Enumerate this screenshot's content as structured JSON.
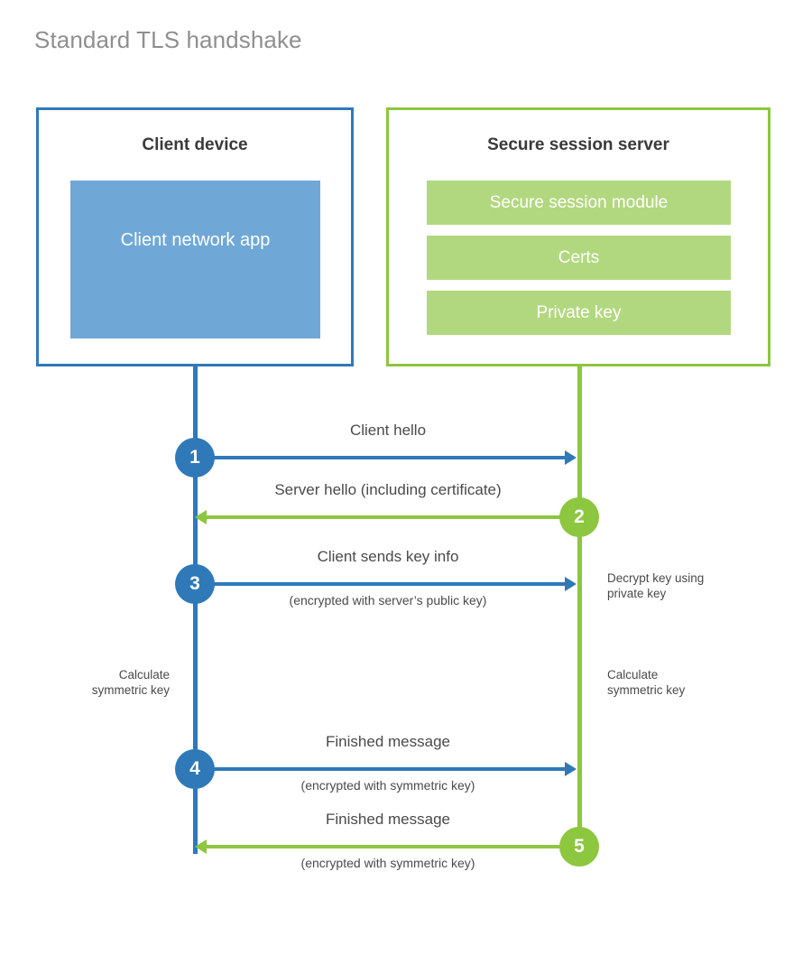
{
  "title": "Standard TLS handshake",
  "colors": {
    "client_accent": "#2F79B9",
    "server_accent": "#8DC63F",
    "client_app_fill": "#6FA8D6",
    "server_bar_fill": "#B2D87F",
    "title_text": "#8F8F8F",
    "body_text": "#4A4A4A",
    "background": "#FFFFFF"
  },
  "client": {
    "title": "Client device",
    "app_label": "Client network app"
  },
  "server": {
    "title": "Secure session server",
    "components": [
      {
        "label": "Secure session module"
      },
      {
        "label": "Certs"
      },
      {
        "label": "Private key"
      }
    ]
  },
  "steps": [
    {
      "number": "1",
      "label": "Client hello",
      "sublabel": "",
      "direction": "client-to-server",
      "color": "#2F79B9"
    },
    {
      "number": "2",
      "label": "Server hello (including certificate)",
      "sublabel": "",
      "direction": "server-to-client",
      "color": "#8DC63F"
    },
    {
      "number": "3",
      "label": "Client sends key info",
      "sublabel": "(encrypted with server’s public key)",
      "direction": "client-to-server",
      "color": "#2F79B9"
    },
    {
      "number": "4",
      "label": "Finished message",
      "sublabel": "(encrypted with symmetric key)",
      "direction": "client-to-server",
      "color": "#2F79B9"
    },
    {
      "number": "5",
      "label": "Finished message",
      "sublabel": "(encrypted with symmetric key)",
      "direction": "server-to-client",
      "color": "#8DC63F"
    }
  ],
  "annotations": {
    "decrypt_note_line1": "Decrypt key using",
    "decrypt_note_line2": "private key",
    "client_calc_line1": "Calculate",
    "client_calc_line2": "symmetric key",
    "server_calc_line1": "Calculate",
    "server_calc_line2": "symmetric key"
  }
}
